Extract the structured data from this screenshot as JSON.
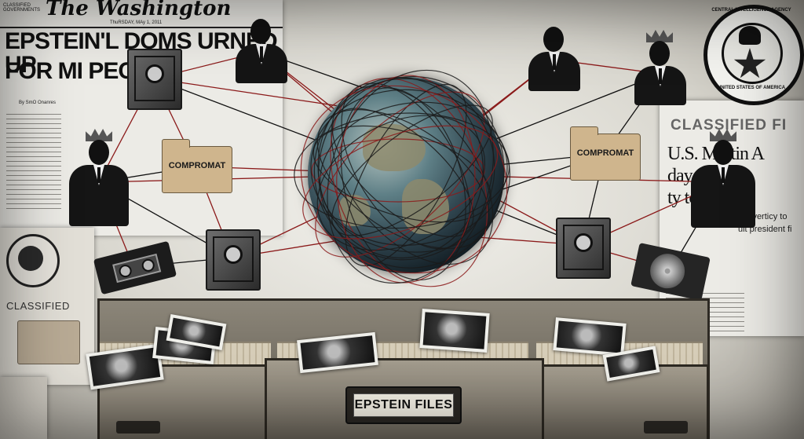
{
  "newspaper_left": {
    "masthead": "The Washington",
    "corner_text": "CLASSIFIED\nGOVERNMENTS",
    "dateline": "ThuRSDAY, MAy 1, 2011",
    "headline_1": "EPSTEIN'L DOMS URNED UP",
    "headline_2": "FOR MI PEC",
    "byline": "By SmO Onanres"
  },
  "newspaper_right": {
    "header": "CLASSIFIED FI",
    "line_1": "U.S. Martin A",
    "line_2": "day  rn offi",
    "line_3": "ty to an",
    "sub_1": "iverticy to",
    "sub_2": "uit president fi"
  },
  "cia_seal": {
    "ring_top": "CENTRAL INTELLIGENCE AGENCY",
    "ring_bottom": "UNITED STATES OF AMERICA"
  },
  "folders": {
    "left_label": "COMPROMAT",
    "right_label": "COMPROMAT",
    "classified_label": "CLASSIFIED"
  },
  "cabinet": {
    "drawer_label": "EPSTEIN FILES"
  },
  "colors": {
    "network_lines": "#8b1a1a",
    "globe_wire": "#1a1a1a",
    "folder": "#cfb58d"
  }
}
